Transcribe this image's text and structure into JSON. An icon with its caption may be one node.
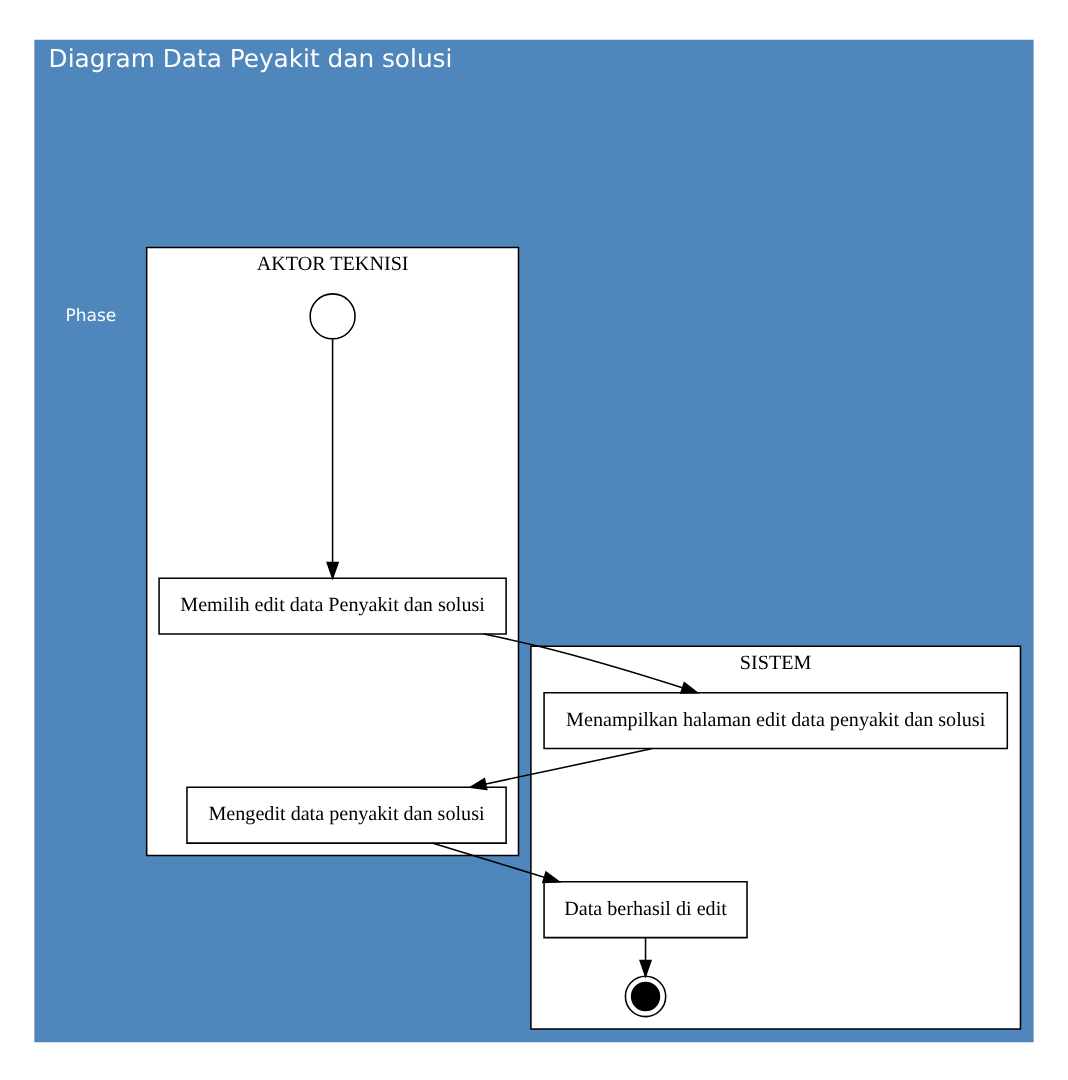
{
  "diagram": {
    "nodes": [
      {
        "text": [
          "Diagram Data Peyakit dan solusi"
        ]
      },
      {
        "text": [
          "Phase"
        ],
        "in": 0
      },
      {
        "text": [
          "AKTOR TEKNISI"
        ],
        "in": 0
      },
      {
        "text": [
          "SISTEM"
        ],
        "in": 0
      },
      {
        "text": [],
        "shape": "circle",
        "in": 2
      },
      {
        "text": [
          "Memilih edit data Penyakit dan solusi"
        ],
        "in": 2
      },
      {
        "text": [
          "Menampilkan halaman edit data penyakit dan solusi"
        ],
        "in": 3
      },
      {
        "text": [
          "Mengedit data penyakit dan solusi"
        ],
        "in": 2
      },
      {
        "text": [
          "Data berhasil di edit"
        ],
        "in": 3
      },
      {
        "text": [],
        "shape": "bullseye",
        "in": 3
      }
    ],
    "edges": [
      {
        "from": 4,
        "to": 5,
        "arrow": "to"
      },
      {
        "from": 5,
        "to": 6,
        "arrow": "to"
      },
      {
        "from": 6,
        "to": 7,
        "arrow": "to"
      },
      {
        "from": 7,
        "to": 8,
        "arrow": "to"
      },
      {
        "from": 8,
        "to": 9,
        "arrow": "to"
      }
    ]
  }
}
